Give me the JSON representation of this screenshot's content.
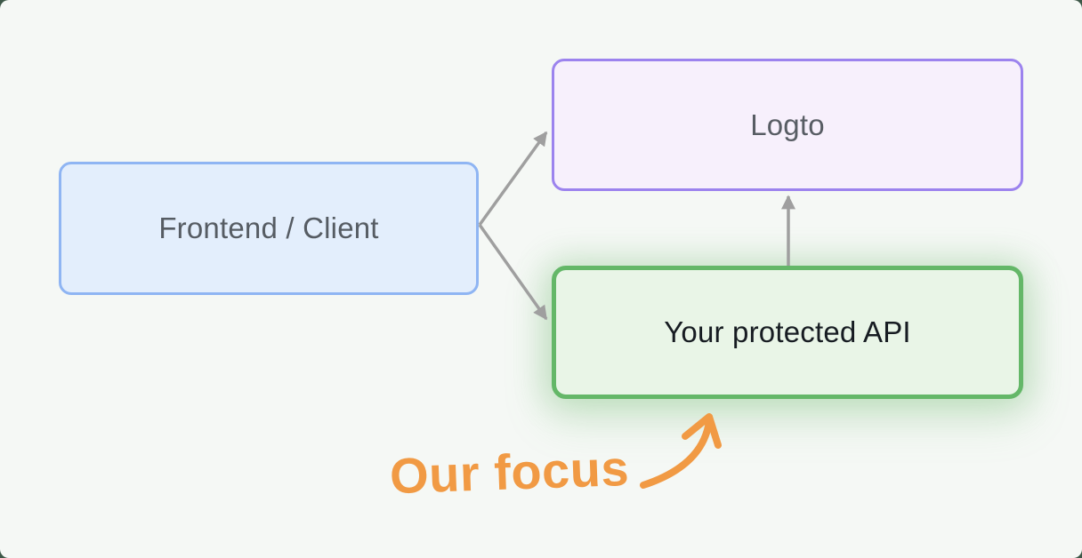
{
  "diagram": {
    "nodes": {
      "frontend": {
        "label": "Frontend / Client"
      },
      "logto": {
        "label": "Logto"
      },
      "api": {
        "label": "Your protected API"
      }
    },
    "edges": [
      {
        "from": "frontend",
        "to": "logto"
      },
      {
        "from": "frontend",
        "to": "api"
      },
      {
        "from": "api",
        "to": "logto"
      }
    ],
    "annotation": {
      "label": "Our focus",
      "target": "api"
    },
    "colors": {
      "canvas_background": "#f5f8f5",
      "page_backdrop": "#3d5848",
      "frontend_fill": "#e3eefc",
      "frontend_border": "#8fb5f3",
      "logto_fill": "#f7f0fc",
      "logto_border": "#9c83ee",
      "api_fill": "#e9f5e7",
      "api_border": "#64b768",
      "api_glow": "rgba(120,190,120,0.3)",
      "connector_arrow": "#9f9f9f",
      "annotation_orange": "#f19a44",
      "label_gray": "#565c63",
      "label_dark": "#171c22"
    }
  }
}
